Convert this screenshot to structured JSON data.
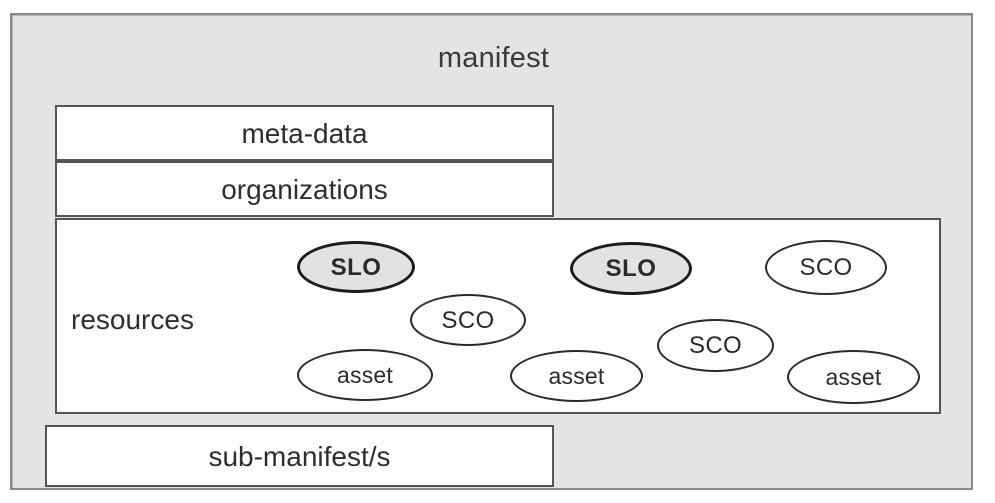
{
  "diagram": {
    "title": "manifest",
    "background_color": "#e4e4e4",
    "containers": [
      {
        "id": "meta-data",
        "label": "meta-data"
      },
      {
        "id": "organizations",
        "label": "organizations"
      },
      {
        "id": "resources",
        "label": "resources"
      },
      {
        "id": "sub-manifest",
        "label": "sub-manifest/s"
      }
    ],
    "resources": {
      "label": "resources",
      "nodes": [
        {
          "label": "SLO",
          "type": "slo",
          "fill": "#e2e2e2",
          "bold": true
        },
        {
          "label": "SLO",
          "type": "slo",
          "fill": "#e2e2e2",
          "bold": true
        },
        {
          "label": "SCO",
          "type": "sco",
          "fill": "#ffffff",
          "bold": false
        },
        {
          "label": "SCO",
          "type": "sco",
          "fill": "#ffffff",
          "bold": false
        },
        {
          "label": "SCO",
          "type": "sco",
          "fill": "#ffffff",
          "bold": false
        },
        {
          "label": "asset",
          "type": "asset",
          "fill": "#ffffff",
          "bold": false
        },
        {
          "label": "asset",
          "type": "asset",
          "fill": "#ffffff",
          "bold": false
        },
        {
          "label": "asset",
          "type": "asset",
          "fill": "#ffffff",
          "bold": false
        }
      ]
    }
  }
}
